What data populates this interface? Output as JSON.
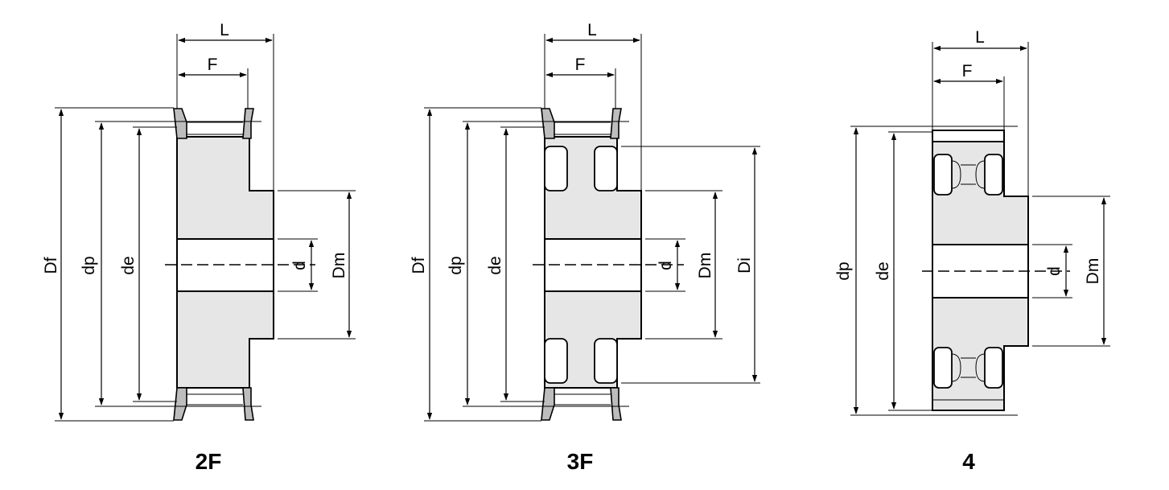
{
  "diagrams": [
    {
      "caption": "2F",
      "labels": {
        "L": "L",
        "F": "F",
        "Df": "Df",
        "dp": "dp",
        "de": "de",
        "d": "d",
        "Dm": "Dm"
      }
    },
    {
      "caption": "3F",
      "labels": {
        "L": "L",
        "F": "F",
        "Df": "Df",
        "dp": "dp",
        "de": "de",
        "d": "d",
        "Dm": "Dm",
        "Di": "Di"
      }
    },
    {
      "caption": "4",
      "labels": {
        "L": "L",
        "F": "F",
        "dp": "dp",
        "de": "de",
        "d": "d",
        "Dm": "Dm"
      }
    }
  ]
}
